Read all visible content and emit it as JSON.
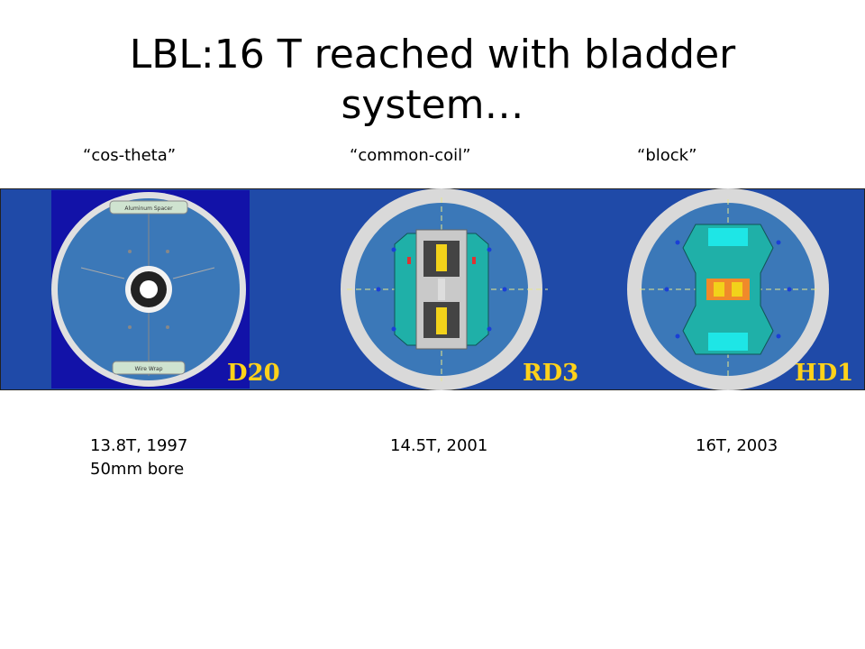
{
  "title": "LBL:16 T reached with bladder system…",
  "designs": [
    {
      "type_label": "“cos-theta”",
      "name": "D20",
      "caption_line1": "13.8T,  1997",
      "caption_line2": "50mm bore",
      "inner_labels": {
        "top": "Aluminum Spacer",
        "bottom": "Wire Wrap"
      }
    },
    {
      "type_label": "“common-coil”",
      "name": "RD3",
      "caption_line1": "14.5T,  2001",
      "caption_line2": ""
    },
    {
      "type_label": "“block”",
      "name": "HD1",
      "caption_line1": "16T,  2003",
      "caption_line2": ""
    }
  ],
  "colors": {
    "banner": "#1f4aa8",
    "name_text": "#ffd21a",
    "cos_bg": "#1212a8",
    "yoke": "#3b78b8",
    "shell": "#d9d9d9"
  }
}
